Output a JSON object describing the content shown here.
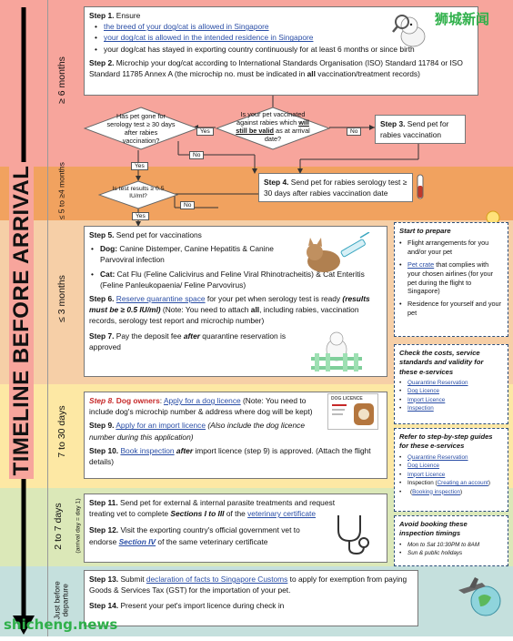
{
  "header": {
    "timeline_title": "TIMELINE BEFORE ARRIVAL",
    "watermark_top": "狮城新闻",
    "watermark_bottom": "shicheng.news"
  },
  "colors": {
    "band1": "#f7a59c",
    "band2": "#f1a25f",
    "band3": "#f6cfa7",
    "band4": "#fde8a4",
    "band5": "#dbe8b8",
    "band6": "#c5e0dd",
    "side_border": "#2c4e7a",
    "link": "#2a4ea6",
    "accent_red": "#c62828"
  },
  "periods": {
    "p1": "≥ 6 months",
    "p2": "≤ 5 to ≥4 months",
    "p3": "≤ 3 months",
    "p4": "7 to 30 days",
    "p5": "2 to 7 days",
    "p5_sub": "(arrival day = day 1)",
    "p6": "Just before departure"
  },
  "step1": {
    "title": "Step 1.",
    "title_rest": " Ensure",
    "b1": "the breed of your dog/cat is allowed in Singapore",
    "b2": "your dog/cat is allowed in the intended residence in Singapore",
    "b3": "your dog/cat has stayed in exporting country continuously for at least 6 months or since birth"
  },
  "step2": {
    "title": "Step 2.",
    "text_a": " Microchip your dog/cat according to International Standards Organisation (ISO) Standard 11784 or ISO Standard 11785 Annex A (the microchip no. must be indicated in ",
    "bold": "all",
    "text_b": " vaccination/treatment records)"
  },
  "flow": {
    "q1": "Has pet gone for serology test ≥ 30 days after rabies vaccination?",
    "q2_a": "Is your pet vaccinated against rabies which ",
    "q2_b": "will still be valid",
    "q2_c": " as at arrival date?",
    "q3": "Is test results ≥ 0.5 IU/ml?",
    "yes": "Yes",
    "no": "No"
  },
  "step3": {
    "title": "Step 3.",
    "text": " Send pet for rabies vaccination"
  },
  "step4": {
    "title": "Step 4.",
    "text": " Send pet for rabies serology test ≥ 30 days after rabies vaccination date"
  },
  "step5": {
    "title": "Step 5.",
    "text": " Send pet for vaccinations",
    "dog_label": "Dog:",
    "dog_text": " Canine Distemper, Canine Hepatitis & Canine Parvoviral infection",
    "cat_label": "Cat:",
    "cat_text": " Cat Flu (Feline Calicivirus and Feline Viral Rhinotracheitis) & Cat Enteritis (Feline Panleukopaenia/ Feline Parvovirus)"
  },
  "step6": {
    "title": "Step 6.",
    "link": "Reserve quarantine space",
    "text_a": " for your pet when serology test is ready ",
    "italic": "(results must be ≥ 0.5 IU/ml)",
    "text_b": " (Note: You need to attach ",
    "bold": "all",
    "text_c": ", including rabies, vaccination records, serology test report and microchip number)"
  },
  "step7": {
    "title": "Step 7.",
    "text_a": " Pay the deposit fee ",
    "italic": "after",
    "text_b": " quarantine reservation is approved"
  },
  "step8": {
    "title": "Step 8.",
    "owners": "Dog owners",
    "colon": ": ",
    "link": "Apply for a dog licence",
    "text": " (Note: You need to include dog's microchip number & address where dog will be kept)",
    "licence_card_title": "DOG LICENCE"
  },
  "step9": {
    "title": "Step 9.",
    "link": "Apply for an import licence",
    "italic": " (Also include the dog licence number during this application)"
  },
  "step10": {
    "title": "Step 10.",
    "link": "Book inspection",
    "italic": " after",
    "text": " import licence (step 9) is approved. (Attach the flight details)"
  },
  "step11": {
    "title": "Step 11.",
    "text_a": " Send pet for external & internal parasite treatments and request treating vet to complete ",
    "italic": "Sections I to III",
    "text_b": " of the ",
    "link": "veterinary certificate"
  },
  "step12": {
    "title": "Step 12.",
    "text_a": " Visit the exporting country's official government vet to endorse ",
    "link": "Section IV",
    "text_b": " of the same veterinary certificate"
  },
  "step13": {
    "title": "Step 13.",
    "text_a": " Submit ",
    "link": "declaration of facts to Singapore Customs",
    "text_b": " to apply for exemption from paying Goods & Services Tax (GST) for the importation of your pet."
  },
  "step14": {
    "title": "Step 14.",
    "text": " Present your pet's import licence during check in"
  },
  "side1": {
    "heading": "Start to prepare",
    "i1": "Flight arrangements for you and/or your pet",
    "i2_link": "Pet crate",
    "i2_text": " that complies with your chosen airlines (for your pet during the flight to Singapore)",
    "i3": "Residence for yourself and your pet"
  },
  "side2": {
    "heading": "Check the costs, service standards and validity for these e-services",
    "items": [
      "Quarantine Reservation",
      "Dog Licence",
      "Import Licence",
      "Inspection"
    ]
  },
  "side3": {
    "heading": "Refer to step-by-step guides for these e-services",
    "items": [
      "Quarantine Reservation",
      "Dog Licence",
      "Import Licence"
    ],
    "i4_text": "Inspection (",
    "i4_link": "Creating an account",
    "i4_end": ")",
    "i5_link": "Booking inspection"
  },
  "side4": {
    "heading": "Avoid booking these inspection timings",
    "items": [
      "Mon to Sat 10:30PM to 8AM",
      "Sun & public holidays"
    ]
  }
}
